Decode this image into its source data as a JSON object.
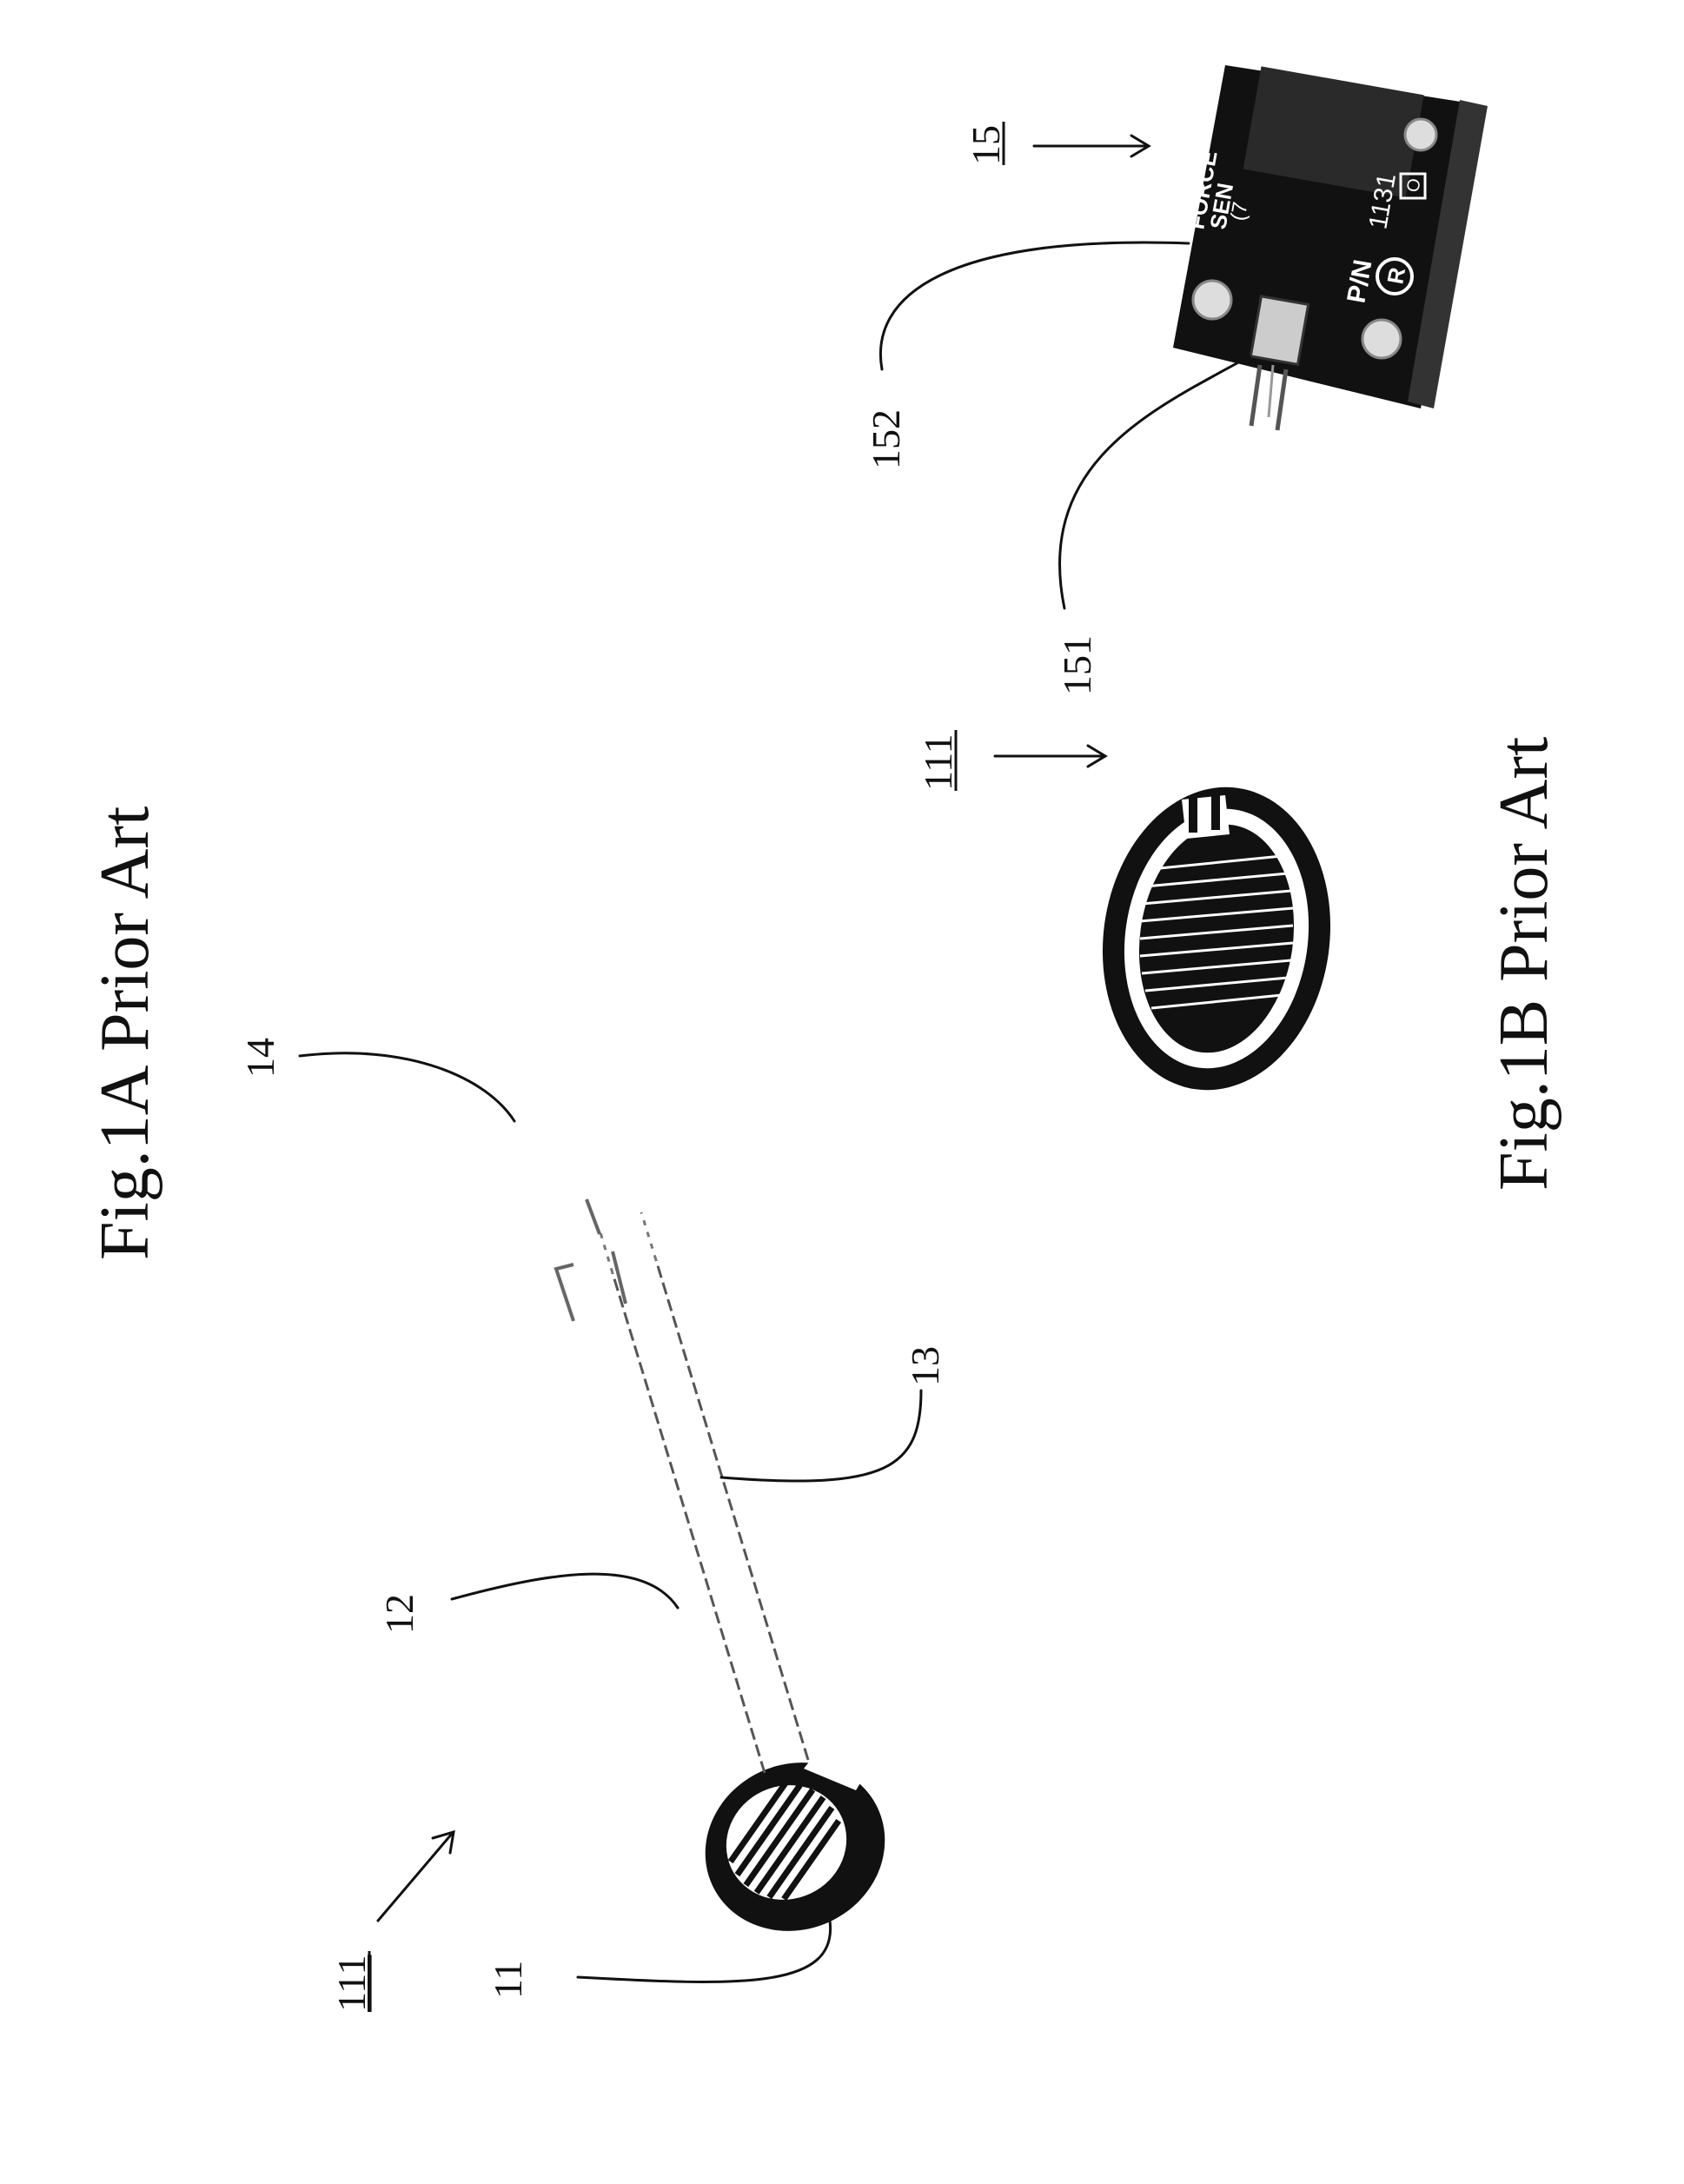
{
  "figures": [
    {
      "caption": "Fig.1A Prior Art",
      "reference_numerals": {
        "sensor_assembly": "111",
        "sensing_area": "11",
        "trace_upper": "12",
        "trace_lower": "13",
        "connector_pins": "14"
      }
    },
    {
      "caption": "Fig.1B Prior Art",
      "reference_numerals": {
        "sensor_assembly": "111",
        "board": "15",
        "board_connector": "151",
        "board_label": "152"
      },
      "board_silkscreen": {
        "line1": "FORCE",
        "line2": "SEN",
        "line3": "(7",
        "part_prefix": "P/N",
        "part_number": "1131",
        "trademark_mark": "R",
        "box_mark": "O"
      }
    }
  ],
  "colors": {
    "ink": "#111111",
    "paper": "#ffffff"
  }
}
